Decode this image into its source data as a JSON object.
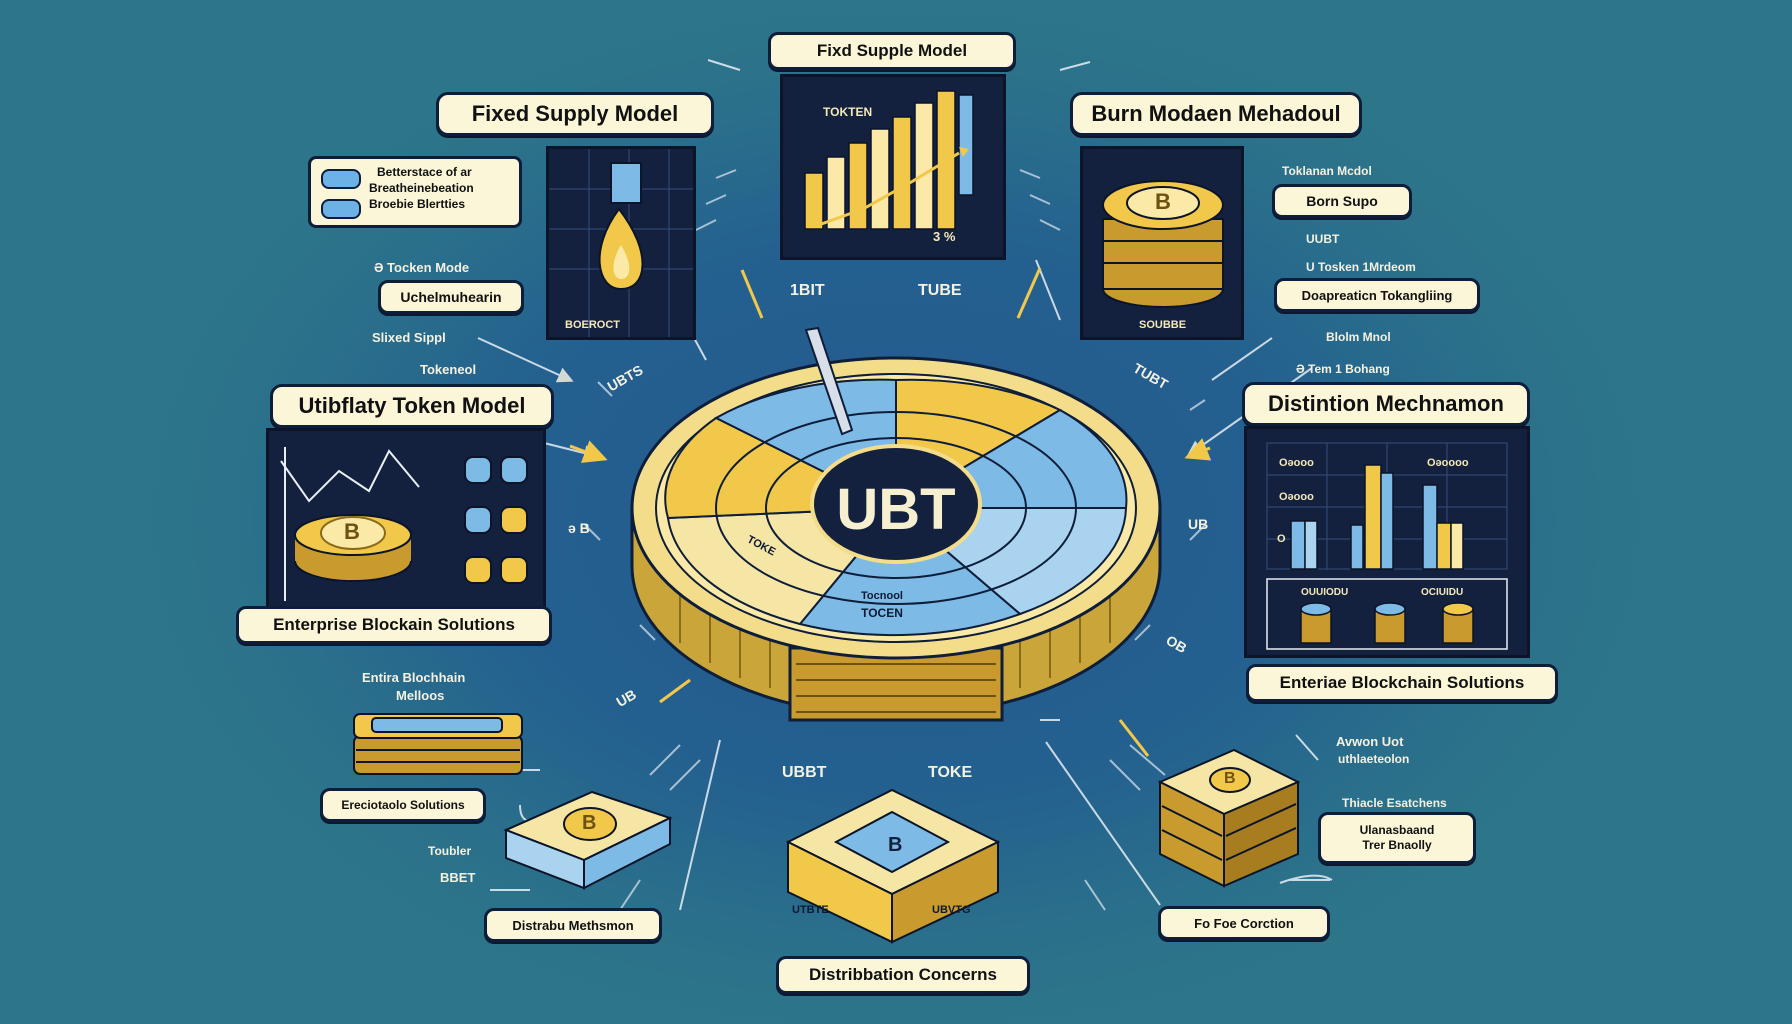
{
  "center": {
    "label": "UBT",
    "inner_label_1": "Tocnool",
    "inner_label_2": "TOCEN",
    "inner_label_3": "TOKE"
  },
  "top": {
    "title": "Fixd Supple Model",
    "panel_label": "TOKTEN",
    "percent": "3 %"
  },
  "top_left": {
    "title": "Fixed Supply Model",
    "panel_caption": "BOEROCT"
  },
  "top_right": {
    "title": "Burn Modaen Mehadoul",
    "panel_caption": "SOUBBE"
  },
  "legend": {
    "line1": "Betterstace of ar",
    "line2": "Breatheinebeation",
    "line3": "Broebie Blertties"
  },
  "left_labels": {
    "token_mode_small": "Ə Tocken Mode",
    "token_mode_box": "Uchelmuhearin",
    "fixed_suppl": "Slixed Sippl",
    "tokenool": "Tokeneol"
  },
  "utility": {
    "title": "Utibflaty Token Model",
    "caption": "Enterprise Blockain Solutions",
    "coin_symbol": "B"
  },
  "right_labels": {
    "token_modal": "Toklanan Mcdol",
    "burn_supo": "Born Supo",
    "uubt": "UUBT",
    "utoken": "U Tosken 1Mrdeom",
    "doop": "Doapreaticn Tokangliing",
    "blolm": "Blolm Mnol",
    "tem": "Ə Tem 1 Bohang"
  },
  "distribution_mech": {
    "title": "Distintion Mechnamon",
    "caption": "Enteriae Blockchain Solutions",
    "chart_label_1": "Oəooo",
    "chart_label_2": "Oəooo",
    "chart_label_3": "Oəoooo",
    "zero": "O",
    "sub_label_1": "OUUIODU",
    "sub_label_2": "OCIUIDU"
  },
  "floating": {
    "ubit": "1BIT",
    "tube": "TUBE",
    "ubts": "UBTS",
    "tubt": "TUBT",
    "b_left": "ə B",
    "ub_right": "UB",
    "ub_low": "UB",
    "ob": "OB",
    "ubbt": "UBBT",
    "toke": "TOKE"
  },
  "bottom_left": {
    "entire": "Entira Blochhain",
    "melloos": "Melloos",
    "ereciolado": "Ereciotaolo Solutions",
    "tokbier": "Toubler",
    "bbet": "BBET",
    "distrab": "Distrabu Methsmon"
  },
  "bottom": {
    "distribution_concerns": "Distribbation Concerns",
    "utbte": "UTBTE",
    "ubvtg": "UBVTG",
    "coin_symbol": "B"
  },
  "bottom_right": {
    "awron": "Avwon Uot",
    "utleolon": "uthlaeteolon",
    "thiacle": "Thiacle Esatchens",
    "ulanasband": "Ulanasbaand",
    "trer": "Trer Bnaolly",
    "fe_fee": "Fo Foe Corction",
    "coin_symbol": "B"
  },
  "top_coin_symbol": "B",
  "colors": {
    "background": "#24618f",
    "gold": "#f2c84b",
    "light_blue": "#7dbbe6",
    "cream": "#fbf6d8",
    "navy": "#13213f"
  }
}
